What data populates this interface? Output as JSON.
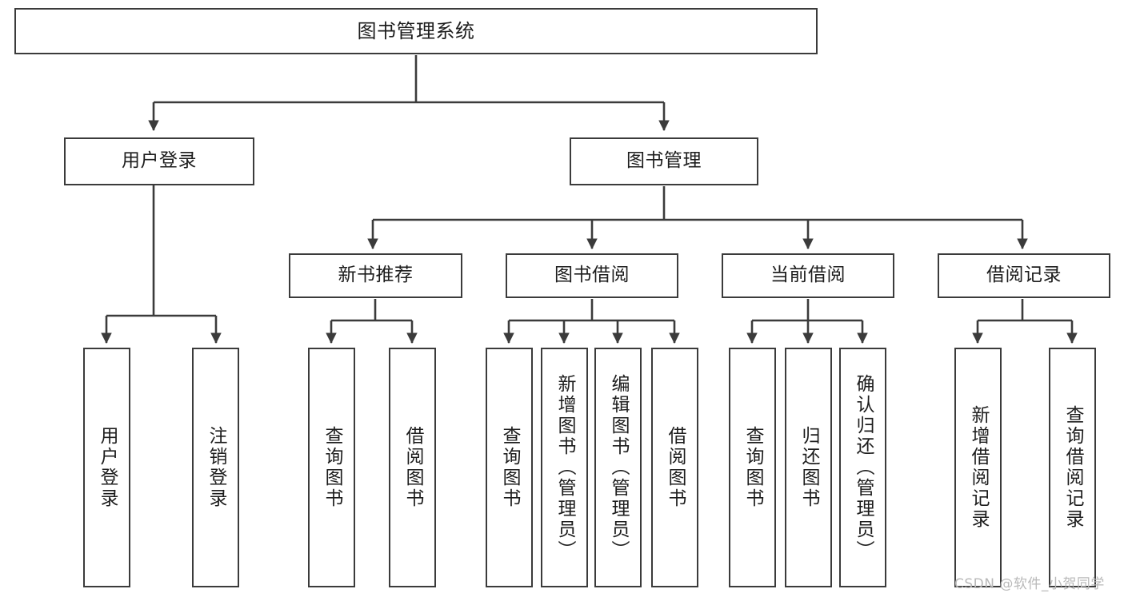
{
  "diagram": {
    "title": "图书管理系统",
    "type": "functional-structure-tree",
    "watermark": "CSDN @软件_小贺同学",
    "accent_color": "#3b3b3b",
    "background_color": "#ffffff",
    "nodes": {
      "root": {
        "label": "图书管理系统"
      },
      "level1": [
        {
          "id": "user-login",
          "label": "用户登录"
        },
        {
          "id": "book-management",
          "label": "图书管理"
        }
      ],
      "level2": [
        {
          "id": "new-book-recommend",
          "label": "新书推荐"
        },
        {
          "id": "book-borrow",
          "label": "图书借阅"
        },
        {
          "id": "current-borrow",
          "label": "当前借阅"
        },
        {
          "id": "borrow-record",
          "label": "借阅记录"
        }
      ],
      "leaves": {
        "user_login": [
          {
            "id": "leaf-user-login",
            "label": "用户登录"
          },
          {
            "id": "leaf-logout-login",
            "label": "注销登录"
          }
        ],
        "new_book_recommend": [
          {
            "id": "leaf-query-book-1",
            "label": "查询图书"
          },
          {
            "id": "leaf-borrow-book-1",
            "label": "借阅图书"
          }
        ],
        "book_borrow": [
          {
            "id": "leaf-query-book-2",
            "label": "查询图书"
          },
          {
            "id": "leaf-add-book",
            "label": "新增图书（管理员）"
          },
          {
            "id": "leaf-edit-book",
            "label": "编辑图书（管理员）"
          },
          {
            "id": "leaf-borrow-book-2",
            "label": "借阅图书"
          }
        ],
        "current_borrow": [
          {
            "id": "leaf-query-book-3",
            "label": "查询图书"
          },
          {
            "id": "leaf-return-book",
            "label": "归还图书"
          },
          {
            "id": "leaf-confirm-return",
            "label": "确认归还（管理员）"
          }
        ],
        "borrow_record": [
          {
            "id": "leaf-add-record",
            "label": "新增借阅记录"
          },
          {
            "id": "leaf-query-record",
            "label": "查询借阅记录"
          }
        ]
      }
    }
  }
}
